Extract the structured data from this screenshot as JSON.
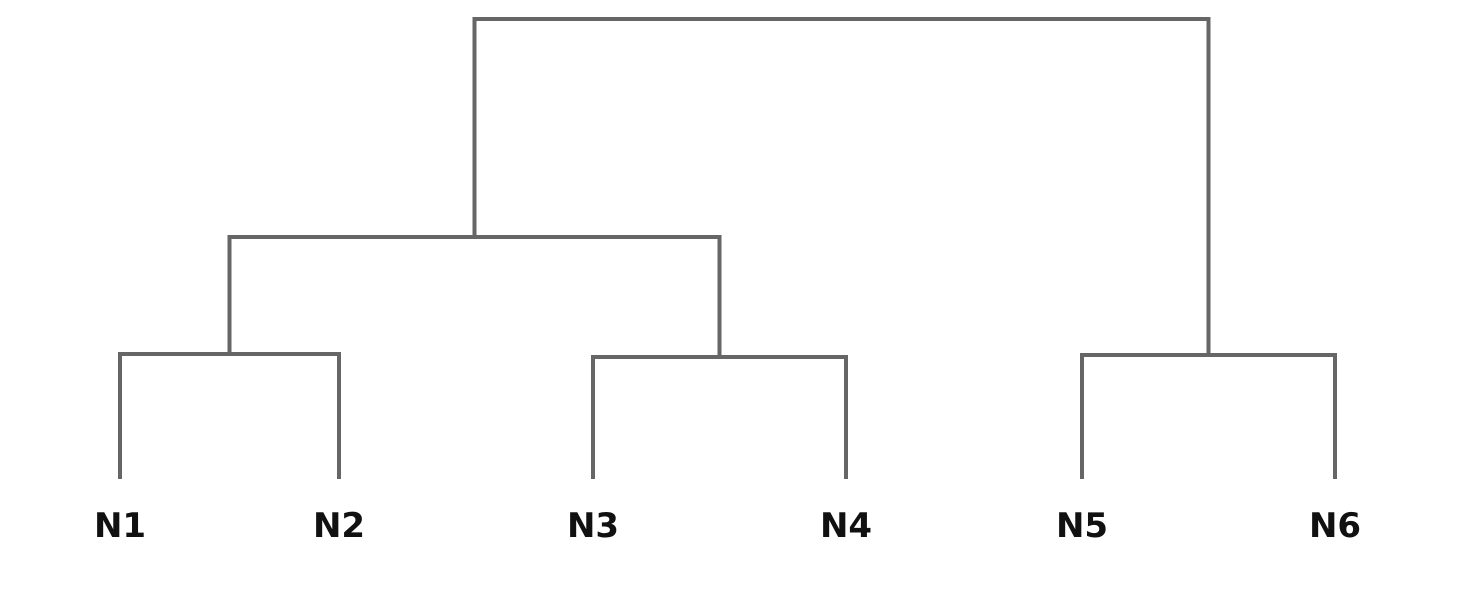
{
  "dendrogram": {
    "colors": {
      "line": "#666666",
      "label": "#111111"
    },
    "leaves": [
      {
        "id": "n1",
        "label": "N1"
      },
      {
        "id": "n2",
        "label": "N2"
      },
      {
        "id": "n3",
        "label": "N3"
      },
      {
        "id": "n4",
        "label": "N4"
      },
      {
        "id": "n5",
        "label": "N5"
      },
      {
        "id": "n6",
        "label": "N6"
      }
    ],
    "merges": [
      {
        "id": "c12",
        "children": [
          "n1",
          "n2"
        ]
      },
      {
        "id": "c34",
        "children": [
          "n3",
          "n4"
        ]
      },
      {
        "id": "c56",
        "children": [
          "n5",
          "n6"
        ]
      },
      {
        "id": "c1234",
        "children": [
          "c12",
          "c34"
        ]
      },
      {
        "id": "root",
        "children": [
          "c1234",
          "c56"
        ]
      }
    ]
  }
}
